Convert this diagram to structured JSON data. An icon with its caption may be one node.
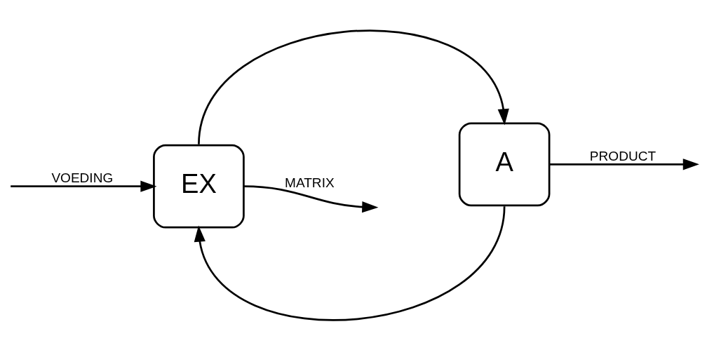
{
  "diagram": {
    "nodes": [
      {
        "text": [
          "EX"
        ]
      },
      {
        "text": [
          "A"
        ]
      }
    ],
    "edges": [
      {
        "from": null,
        "to": 0,
        "arrow": "to",
        "label": "VOEDING"
      },
      {
        "from": 0,
        "to": null,
        "arrow": "to",
        "label": "MATRIX"
      },
      {
        "from": 0,
        "to": 1,
        "arrow": "to"
      },
      {
        "from": 1,
        "to": 0,
        "arrow": "to"
      },
      {
        "from": 1,
        "to": null,
        "arrow": "to",
        "label": "PRODUCT"
      }
    ]
  }
}
